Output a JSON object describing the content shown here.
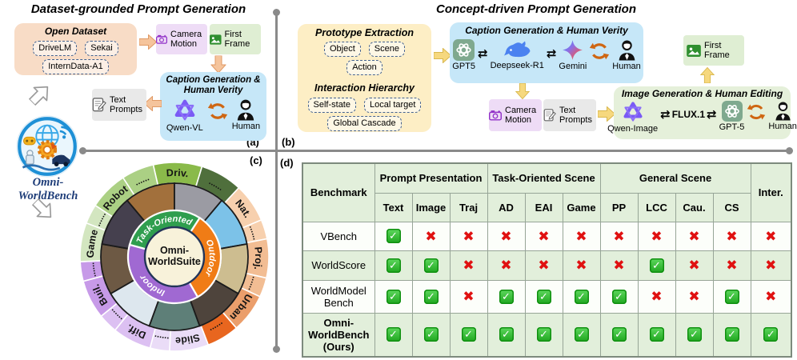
{
  "panels": {
    "a": "(a)",
    "b": "(b)",
    "c": "(c)",
    "d": "(d)"
  },
  "icons": {
    "exchange": "⇄"
  },
  "section_a": {
    "title": "Dataset-grounded Prompt Generation",
    "open_dataset": {
      "title": "Open Dataset",
      "chips": [
        "DriveLM",
        "Sekai",
        "InternData-A1"
      ]
    },
    "camera_motion": "Camera Motion",
    "first_frame": "First Frame",
    "caption_box": {
      "title": "Caption Generation & Human Verity",
      "models": [
        "Qwen-VL",
        "Human"
      ]
    },
    "text_prompts": "Text Prompts",
    "logo_line1": "Omni-",
    "logo_line2": "WorldBench"
  },
  "section_b": {
    "title": "Concept-driven Prompt Generation",
    "prototype": {
      "title": "Prototype Extraction",
      "chips": [
        "Object",
        "Scene",
        "Action"
      ]
    },
    "interaction": {
      "title": "Interaction Hierarchy",
      "chips": [
        "Self-state",
        "Local target",
        "Global Cascade"
      ]
    },
    "caption_box": {
      "title": "Caption Generation & Human Verity",
      "models": [
        "GPT5",
        "Deepseek-R1",
        "Gemini",
        "Human"
      ]
    },
    "camera_motion": "Camera Motion",
    "text_prompts": "Text Prompts",
    "first_frame": "First Frame",
    "image_gen": {
      "title": "Image Generation & Human Editing",
      "models": [
        "Qwen-Image",
        "FLUX.1",
        "GPT-5",
        "Human"
      ]
    }
  },
  "wheel": {
    "center_lines": [
      "Omni-",
      "WorldSuite"
    ],
    "center_color": "#f8f2da",
    "rings": [
      {
        "label": "Task-Oriented",
        "color": "#2f9e4e",
        "start": 285,
        "sweep": 108
      },
      {
        "label": "Outdoor",
        "color": "#f07c16",
        "start": 33,
        "sweep": 117
      },
      {
        "label": "Indoor",
        "color": "#a069d2",
        "start": 150,
        "sweep": 135
      }
    ],
    "outer": [
      {
        "label": "Driv.",
        "color": "#8aba4a",
        "start": 347,
        "sweep": 30
      },
      {
        "label": "......",
        "color": "#4f6f3c",
        "start": 17,
        "sweep": 26
      },
      {
        "label": "Nat.",
        "color": "#f7d0ae",
        "start": 43,
        "sweep": 24
      },
      {
        "label": "......",
        "color": "#f7d0ae",
        "start": 67,
        "sweep": 12
      },
      {
        "label": "Proj.",
        "color": "#f2bd93",
        "start": 79,
        "sweep": 24
      },
      {
        "label": "......",
        "color": "#f2bd93",
        "start": 103,
        "sweep": 12
      },
      {
        "label": "Urban",
        "color": "#eb9e6b",
        "start": 115,
        "sweep": 24
      },
      {
        "label": "......",
        "color": "#e8661f",
        "start": 139,
        "sweep": 20
      },
      {
        "label": "Slide",
        "color": "#eadcf7",
        "start": 159,
        "sweep": 24
      },
      {
        "label": "......",
        "color": "#eadcf7",
        "start": 183,
        "sweep": 12
      },
      {
        "label": "Diff.",
        "color": "#dcc0f2",
        "start": 195,
        "sweep": 24
      },
      {
        "label": "......",
        "color": "#dcc0f2",
        "start": 219,
        "sweep": 12
      },
      {
        "label": "Buil.",
        "color": "#c79ae8",
        "start": 231,
        "sweep": 24
      },
      {
        "label": "......",
        "color": "#c79ae8",
        "start": 255,
        "sweep": 12
      },
      {
        "label": "Game",
        "color": "#d3e6c0",
        "start": 267,
        "sweep": 24
      },
      {
        "label": "......",
        "color": "#d3e6c0",
        "start": 291,
        "sweep": 12
      },
      {
        "label": "Robot",
        "color": "#abd084",
        "start": 303,
        "sweep": 24
      },
      {
        "label": "......",
        "color": "#abd084",
        "start": 327,
        "sweep": 20
      }
    ],
    "photos": [
      {
        "name": "maze",
        "color": "#a2703c",
        "start": 320,
        "sweep": 40
      },
      {
        "name": "cityscape",
        "color": "#9b9ba3",
        "start": 0,
        "sweep": 40
      },
      {
        "name": "sky",
        "color": "#7cc2e8",
        "start": 40,
        "sweep": 40
      },
      {
        "name": "stadium",
        "color": "#cdbd90",
        "start": 80,
        "sweep": 40
      },
      {
        "name": "crowd",
        "color": "#4e443c",
        "start": 120,
        "sweep": 40
      },
      {
        "name": "canal",
        "color": "#5e7f78",
        "start": 160,
        "sweep": 40
      },
      {
        "name": "ink",
        "color": "#dde7ee",
        "start": 200,
        "sweep": 40
      },
      {
        "name": "cathedral",
        "color": "#6d5944",
        "start": 240,
        "sweep": 40
      },
      {
        "name": "sunset",
        "color": "#45404e",
        "start": 280,
        "sweep": 40
      }
    ]
  },
  "table": {
    "benchmark_header": "Benchmark",
    "groups": [
      {
        "label": "Prompt Presentation",
        "span": 3
      },
      {
        "label": "Task-Oriented Scene",
        "span": 3
      },
      {
        "label": "General Scene",
        "span": 4
      },
      {
        "label": "Inter.",
        "span": 1,
        "rowspan": true
      }
    ],
    "columns": [
      "Text",
      "Image",
      "Traj",
      "AD",
      "EAI",
      "Game",
      "PP",
      "LCC",
      "Cau.",
      "CS"
    ],
    "rows": [
      {
        "name": "VBench",
        "bold": false,
        "values": [
          "check",
          "cross",
          "cross",
          "cross",
          "cross",
          "cross",
          "cross",
          "cross",
          "cross",
          "cross",
          "cross"
        ]
      },
      {
        "name": "WorldScore",
        "bold": false,
        "values": [
          "check",
          "check",
          "cross",
          "cross",
          "cross",
          "cross",
          "cross",
          "check",
          "cross",
          "cross",
          "cross"
        ]
      },
      {
        "name": "WorldModel\nBench",
        "bold": false,
        "values": [
          "check",
          "check",
          "cross",
          "check",
          "check",
          "check",
          "check",
          "cross",
          "cross",
          "check",
          "cross"
        ]
      },
      {
        "name": "Omni-\nWorldBench\n(Ours)",
        "bold": true,
        "values": [
          "check",
          "check",
          "check",
          "check",
          "check",
          "check",
          "check",
          "check",
          "check",
          "check",
          "check"
        ]
      }
    ]
  },
  "colors": {
    "check_green": "#1ea51e",
    "cross_red": "#e01111",
    "open_dataset_box": "#f8dcc6",
    "caption_box_blue": "#c6e7f8",
    "prototype_box_yellow": "#fdeec5",
    "image_gen_box_green": "#e5f0da",
    "camera_box_purple": "#eedcf6",
    "frame_box_green": "#dfeed3",
    "prompts_box_gray": "#e9e9e9",
    "table_green": "#e2efdb",
    "logo_navy": "#1d3c78"
  }
}
